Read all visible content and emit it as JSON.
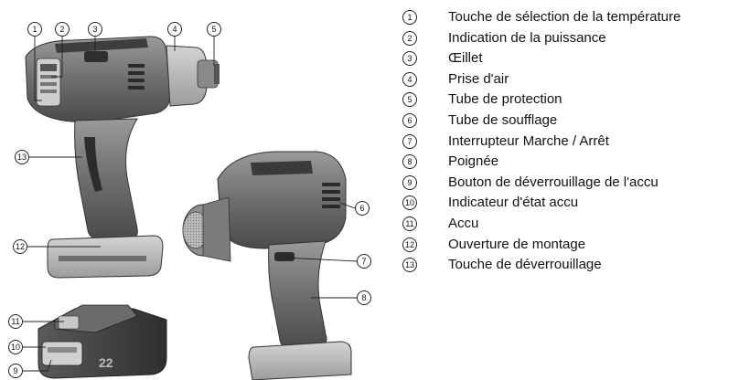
{
  "callouts": [
    "1",
    "2",
    "3",
    "4",
    "5",
    "6",
    "7",
    "8",
    "9",
    "10",
    "11",
    "12",
    "13"
  ],
  "legend": [
    {
      "num": "1",
      "label": "Touche de sélection de la température"
    },
    {
      "num": "2",
      "label": "Indication de la puissance"
    },
    {
      "num": "3",
      "label": "Œillet"
    },
    {
      "num": "4",
      "label": "Prise d'air"
    },
    {
      "num": "5",
      "label": "Tube de protection"
    },
    {
      "num": "6",
      "label": "Tube de soufflage"
    },
    {
      "num": "7",
      "label": "Interrupteur Marche / Arrêt"
    },
    {
      "num": "8",
      "label": "Poignée"
    },
    {
      "num": "9",
      "label": "Bouton de déverrouillage de l'accu"
    },
    {
      "num": "10",
      "label": "Indicateur d'état accu"
    },
    {
      "num": "11",
      "label": "Accu"
    },
    {
      "num": "12",
      "label": "Ouverture de montage"
    },
    {
      "num": "13",
      "label": "Touche de déverrouillage"
    }
  ],
  "battery_marking": "22"
}
